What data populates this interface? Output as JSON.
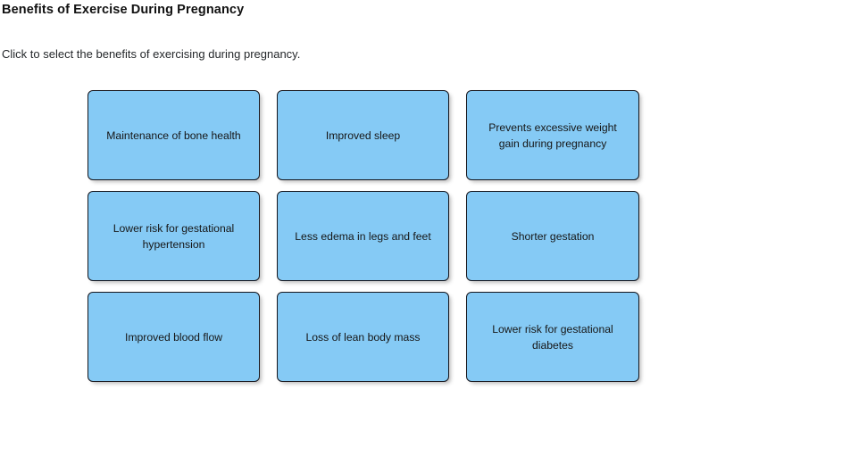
{
  "page": {
    "title": "Benefits of Exercise During Pregnancy",
    "instruction": "Click to select the benefits of exercising during pregnancy."
  },
  "style": {
    "card_fill": "#85caf5",
    "card_border": "#16161d",
    "text_color": "#161616",
    "background": "#ffffff"
  },
  "grid": {
    "columns": 3,
    "rows": 3,
    "cards": [
      {
        "label": "Maintenance of bone health",
        "row": 0,
        "col": 0,
        "selected": false
      },
      {
        "label": "Improved sleep",
        "row": 0,
        "col": 1,
        "selected": false
      },
      {
        "label": "Prevents excessive weight gain during pregnancy",
        "row": 0,
        "col": 2,
        "selected": false
      },
      {
        "label": "Lower risk for gestational hypertension",
        "row": 1,
        "col": 0,
        "selected": false
      },
      {
        "label": "Less edema in legs and feet",
        "row": 1,
        "col": 1,
        "selected": false
      },
      {
        "label": "Shorter gestation",
        "row": 1,
        "col": 2,
        "selected": false
      },
      {
        "label": "Improved blood flow",
        "row": 2,
        "col": 0,
        "selected": false
      },
      {
        "label": "Loss of lean body mass",
        "row": 2,
        "col": 1,
        "selected": false
      },
      {
        "label": "Lower risk for gestational diabetes",
        "row": 2,
        "col": 2,
        "selected": false
      }
    ]
  }
}
